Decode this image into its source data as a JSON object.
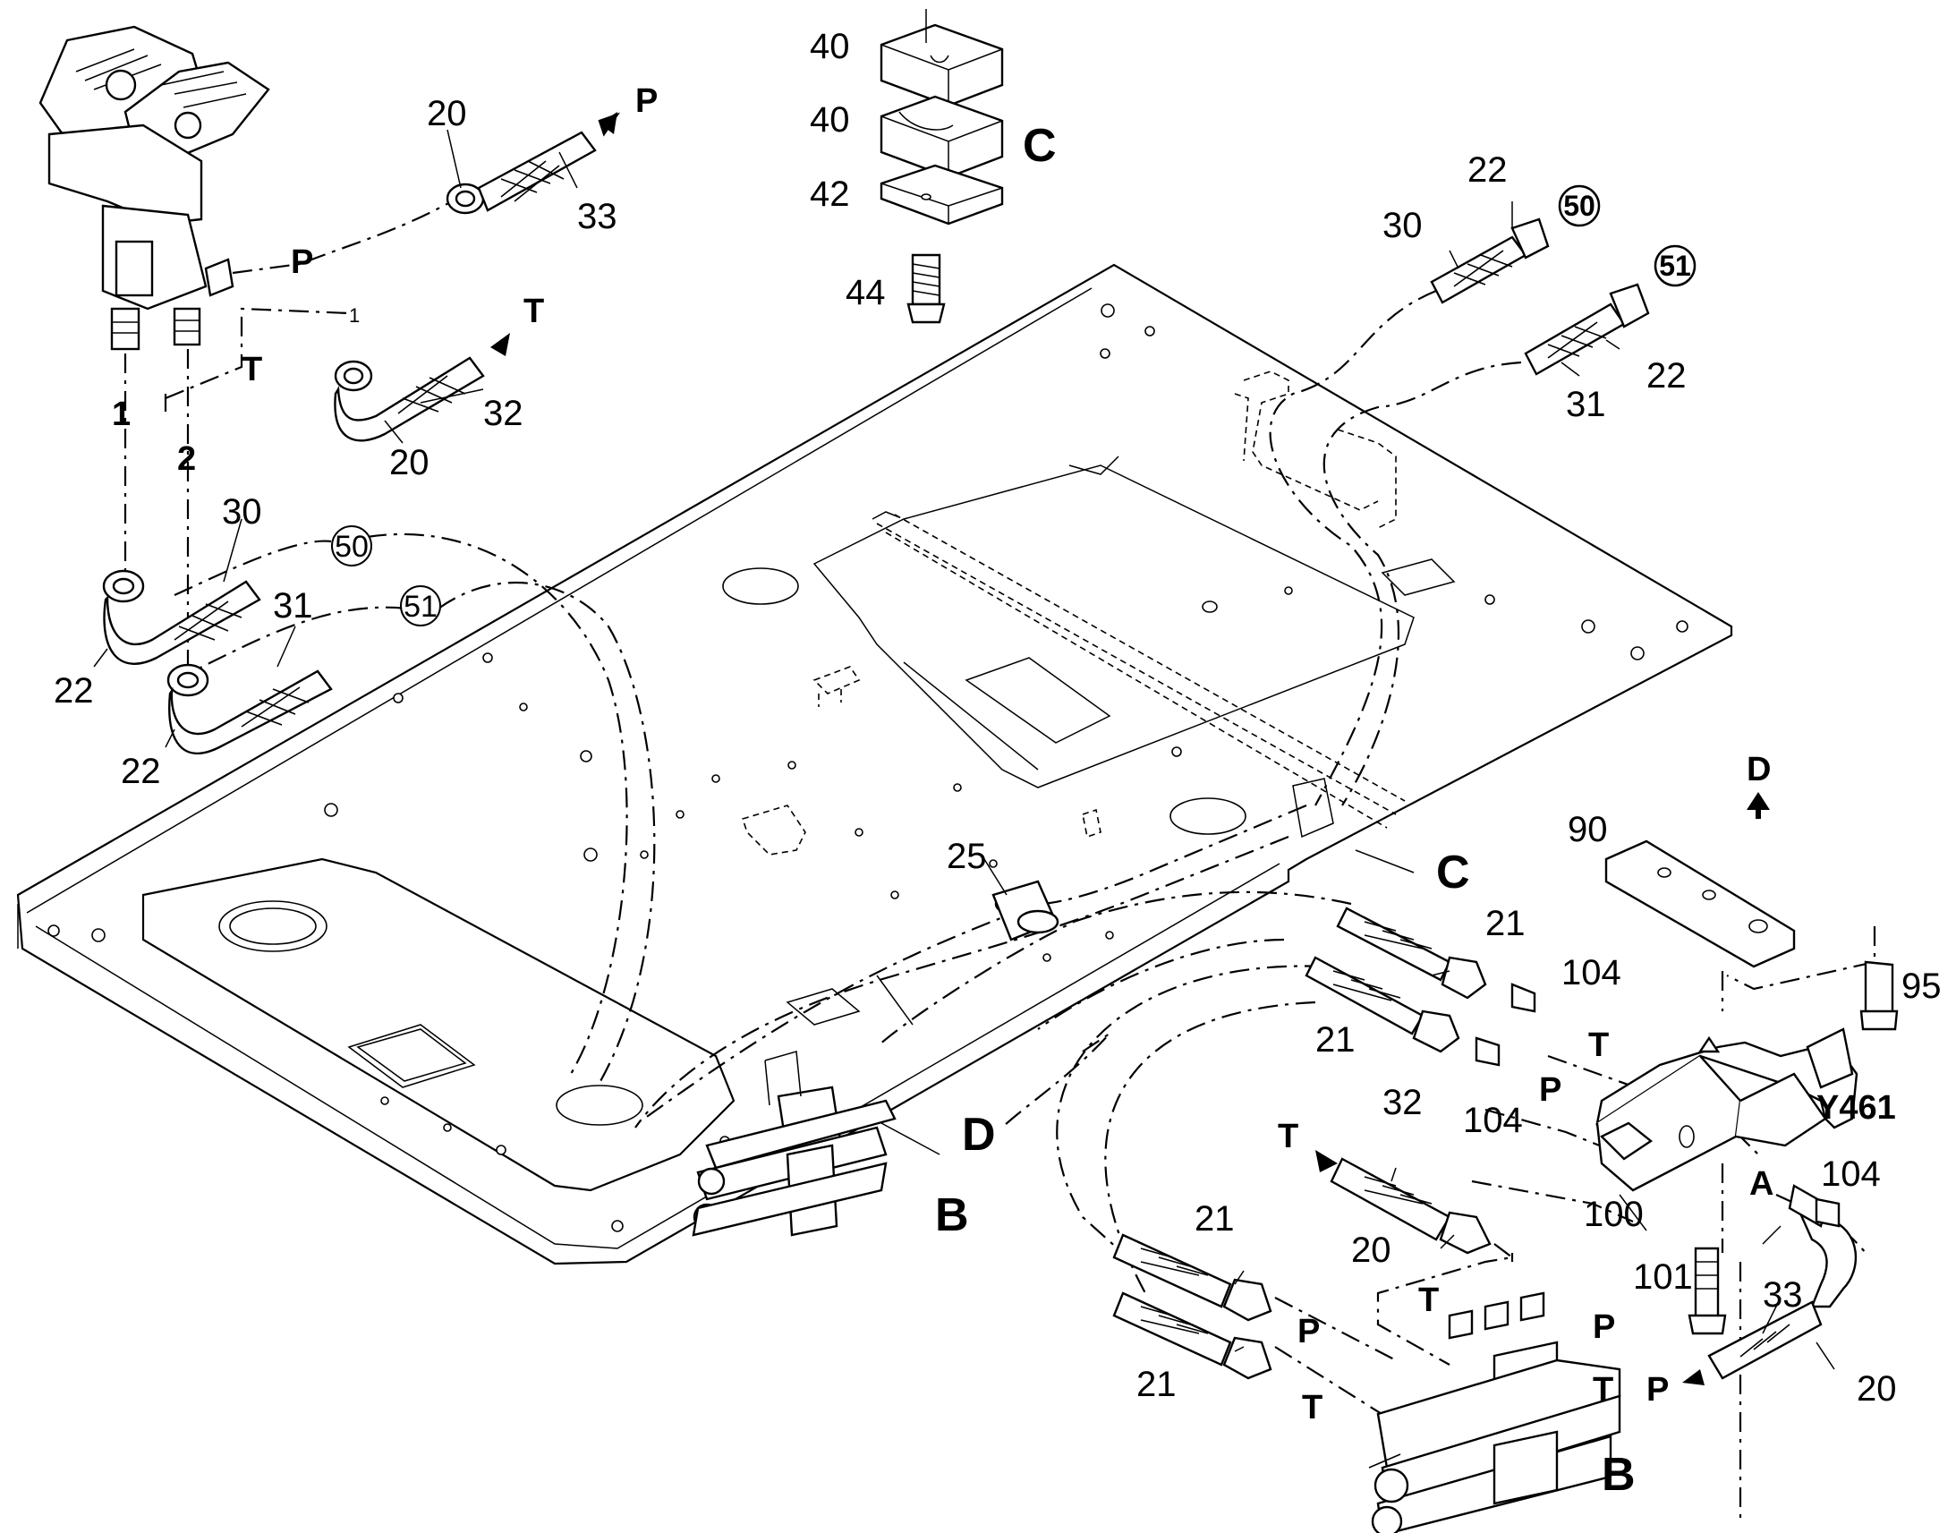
{
  "parts": {
    "p20a": "20",
    "p33a": "33",
    "pP1": "P",
    "pT1": "T",
    "p32a": "32",
    "p20b": "20",
    "pLineP": "P",
    "pLineT": "T",
    "p1": "1",
    "p2": "2",
    "p1small": "1",
    "p30a": "30",
    "p50a": "50",
    "p31a": "31",
    "p51a": "51",
    "p22a": "22",
    "p22b": "22",
    "p40a": "40",
    "p40b": "40",
    "p42": "42",
    "p44": "44",
    "pC1": "C",
    "p22c": "22",
    "p50b": "50",
    "p30b": "30",
    "p51b": "51",
    "p31b": "31",
    "p22d": "22",
    "p25": "25",
    "pC2": "C",
    "pD1": "D",
    "p21a": "21",
    "p104a": "104",
    "p21b": "21",
    "p104b": "104",
    "pT2": "T",
    "pP2": "P",
    "p90": "90",
    "pD2": "D",
    "p95": "95",
    "pY461": "Y461",
    "p104c": "104",
    "pA": "A",
    "p100": "100",
    "p101": "101",
    "p33b": "33",
    "p20c": "20",
    "pP3": "P",
    "pT3": "T",
    "p32b": "32",
    "p20d": "20",
    "p21c": "21",
    "p21d": "21",
    "pP4": "P",
    "pT4": "T",
    "pT5": "T",
    "pB1": "B",
    "pB2": "B",
    "pP5": "P",
    "pT6": "T"
  }
}
